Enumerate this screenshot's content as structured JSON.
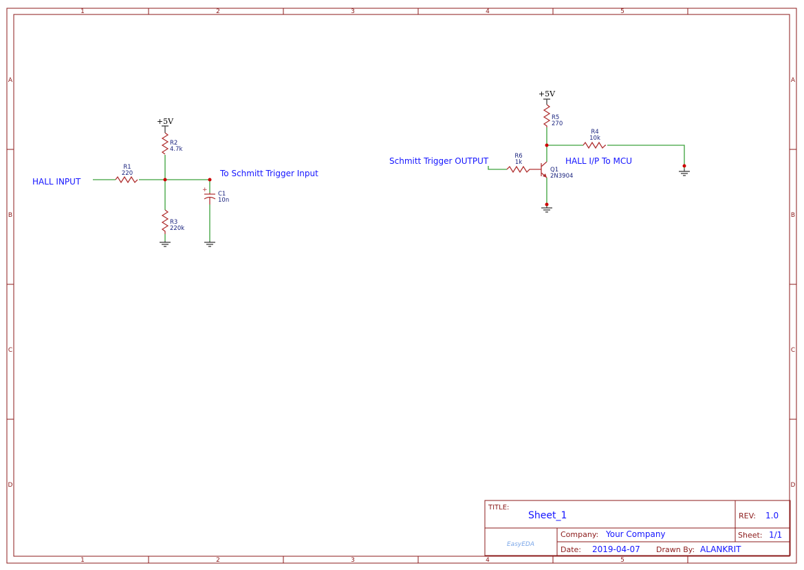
{
  "frame": {
    "columns": [
      "1",
      "2",
      "3",
      "4",
      "5"
    ],
    "rows": [
      "A",
      "B",
      "C",
      "D"
    ]
  },
  "power": {
    "vcc_label": "+5V"
  },
  "net_labels": {
    "hall_input": "HALL INPUT",
    "to_schmitt": "To Schmitt Trigger Input",
    "schmitt_output": "Schmitt Trigger OUTPUT",
    "hall_to_mcu": "HALL I/P To MCU"
  },
  "components": {
    "R1": {
      "ref": "R1",
      "value": "220"
    },
    "R2": {
      "ref": "R2",
      "value": "4.7k"
    },
    "R3": {
      "ref": "R3",
      "value": "220k"
    },
    "C1": {
      "ref": "C1",
      "value": "10n",
      "polarity": "+"
    },
    "R4": {
      "ref": "R4",
      "value": "10k"
    },
    "R5": {
      "ref": "R5",
      "value": "270"
    },
    "R6": {
      "ref": "R6",
      "value": "1k"
    },
    "Q1": {
      "ref": "Q1",
      "value": "2N3904"
    }
  },
  "title_block": {
    "title_label": "TITLE:",
    "title": "Sheet_1",
    "rev_label": "REV:",
    "rev": "1.0",
    "company_label": "Company:",
    "company": "Your Company",
    "sheet_label": "Sheet:",
    "sheet": "1/1",
    "date_label": "Date:",
    "date": "2019-04-07",
    "drawn_by_label": "Drawn By:",
    "drawn_by": "ALANKRIT",
    "logo": "EasyEDA"
  },
  "colors": {
    "frame": "#8b1a1a",
    "wire": "#3aa03a",
    "part": "#b03030",
    "net": "#1414ff",
    "junction": "#cc0000"
  }
}
